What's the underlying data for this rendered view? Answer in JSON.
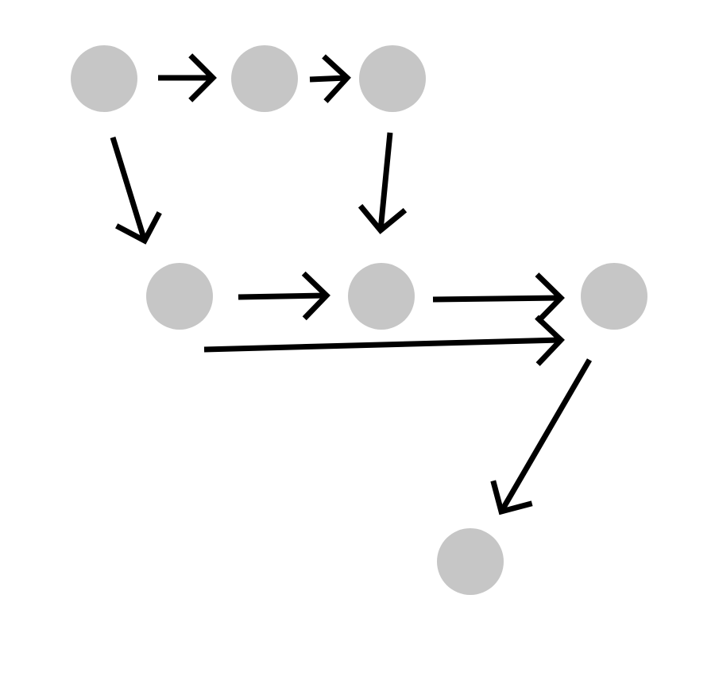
{
  "diagram": {
    "type": "directed-graph",
    "colors": {
      "background": "#ffffff",
      "node_fill": "#c6c6c6",
      "edge_stroke": "#000000"
    },
    "nodes": [
      {
        "id": "n1"
      },
      {
        "id": "n2"
      },
      {
        "id": "n3"
      },
      {
        "id": "n4"
      },
      {
        "id": "n5"
      },
      {
        "id": "n6"
      },
      {
        "id": "n7"
      }
    ],
    "edges": [
      {
        "id": "e1",
        "from": "n1",
        "to": "n2"
      },
      {
        "id": "e2",
        "from": "n2",
        "to": "n3"
      },
      {
        "id": "e3",
        "from": "n1",
        "to": "n4"
      },
      {
        "id": "e4",
        "from": "n3",
        "to": "n5"
      },
      {
        "id": "e5",
        "from": "n4",
        "to": "n5"
      },
      {
        "id": "e6",
        "from": "n5",
        "to": "n6"
      },
      {
        "id": "e7",
        "from": "n4",
        "to": "n6"
      },
      {
        "id": "e8",
        "from": "n6",
        "to": "n7"
      }
    ]
  }
}
